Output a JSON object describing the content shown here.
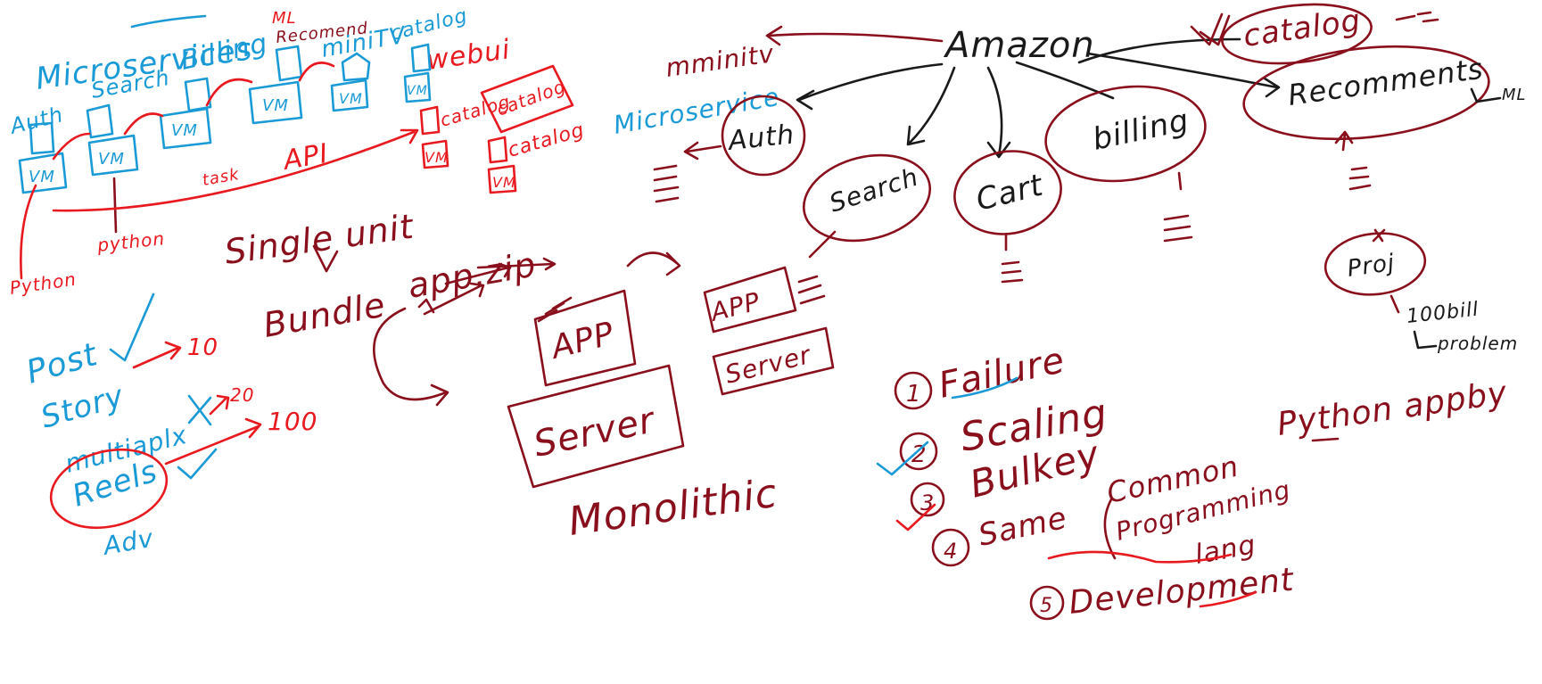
{
  "colors": {
    "blue": "#1a9ad6",
    "red": "#e8191f",
    "maroon": "#8a0f1c",
    "black": "#1a1a1a",
    "background": "#ffffff"
  },
  "left_panel": {
    "title": "Microservices",
    "labels": {
      "auth": "Auth",
      "search": "Search",
      "billing": "Billing",
      "ml": "ML",
      "recommend": "Recomend",
      "minitv": "miniTV",
      "catalog": "catalog",
      "webui": "webui",
      "api": "API",
      "task": "task",
      "python1": "Python",
      "python2": "python",
      "catalog_red1": "catalog",
      "catalog_red2": "catalog",
      "vm": "VM"
    },
    "social": {
      "post": "Post",
      "story": "Story",
      "music": "multiaplx",
      "reels": "Reels",
      "adv": "Adv",
      "n10": "10",
      "n20": "20",
      "n100": "100"
    }
  },
  "monolith": {
    "single_unit": "Single unit",
    "bundle": "Bundle",
    "zip": "app.zip",
    "app": "APP",
    "server": "Server",
    "caption": "Monolithic"
  },
  "amazon": {
    "root": "Amazon",
    "minitv": "mminitv",
    "microservice": "Microservice",
    "nodes": {
      "auth": "Auth",
      "search": "Search",
      "cart": "Cart",
      "billing": "billing",
      "catalog": "catalog",
      "recommend": "Recomments",
      "ml": "ML",
      "proj": "Proj",
      "n100": "100bill",
      "problem": "problem"
    },
    "python": "Python appby"
  },
  "problems": {
    "p1": "Failure",
    "p2": "Scaling",
    "p3": "Bulkey",
    "p4a": "Same",
    "p4b": "Common",
    "p4c": "Programming",
    "p4d": "lang",
    "p5": "Development",
    "nums": [
      "1",
      "2",
      "3",
      "4",
      "5"
    ]
  }
}
